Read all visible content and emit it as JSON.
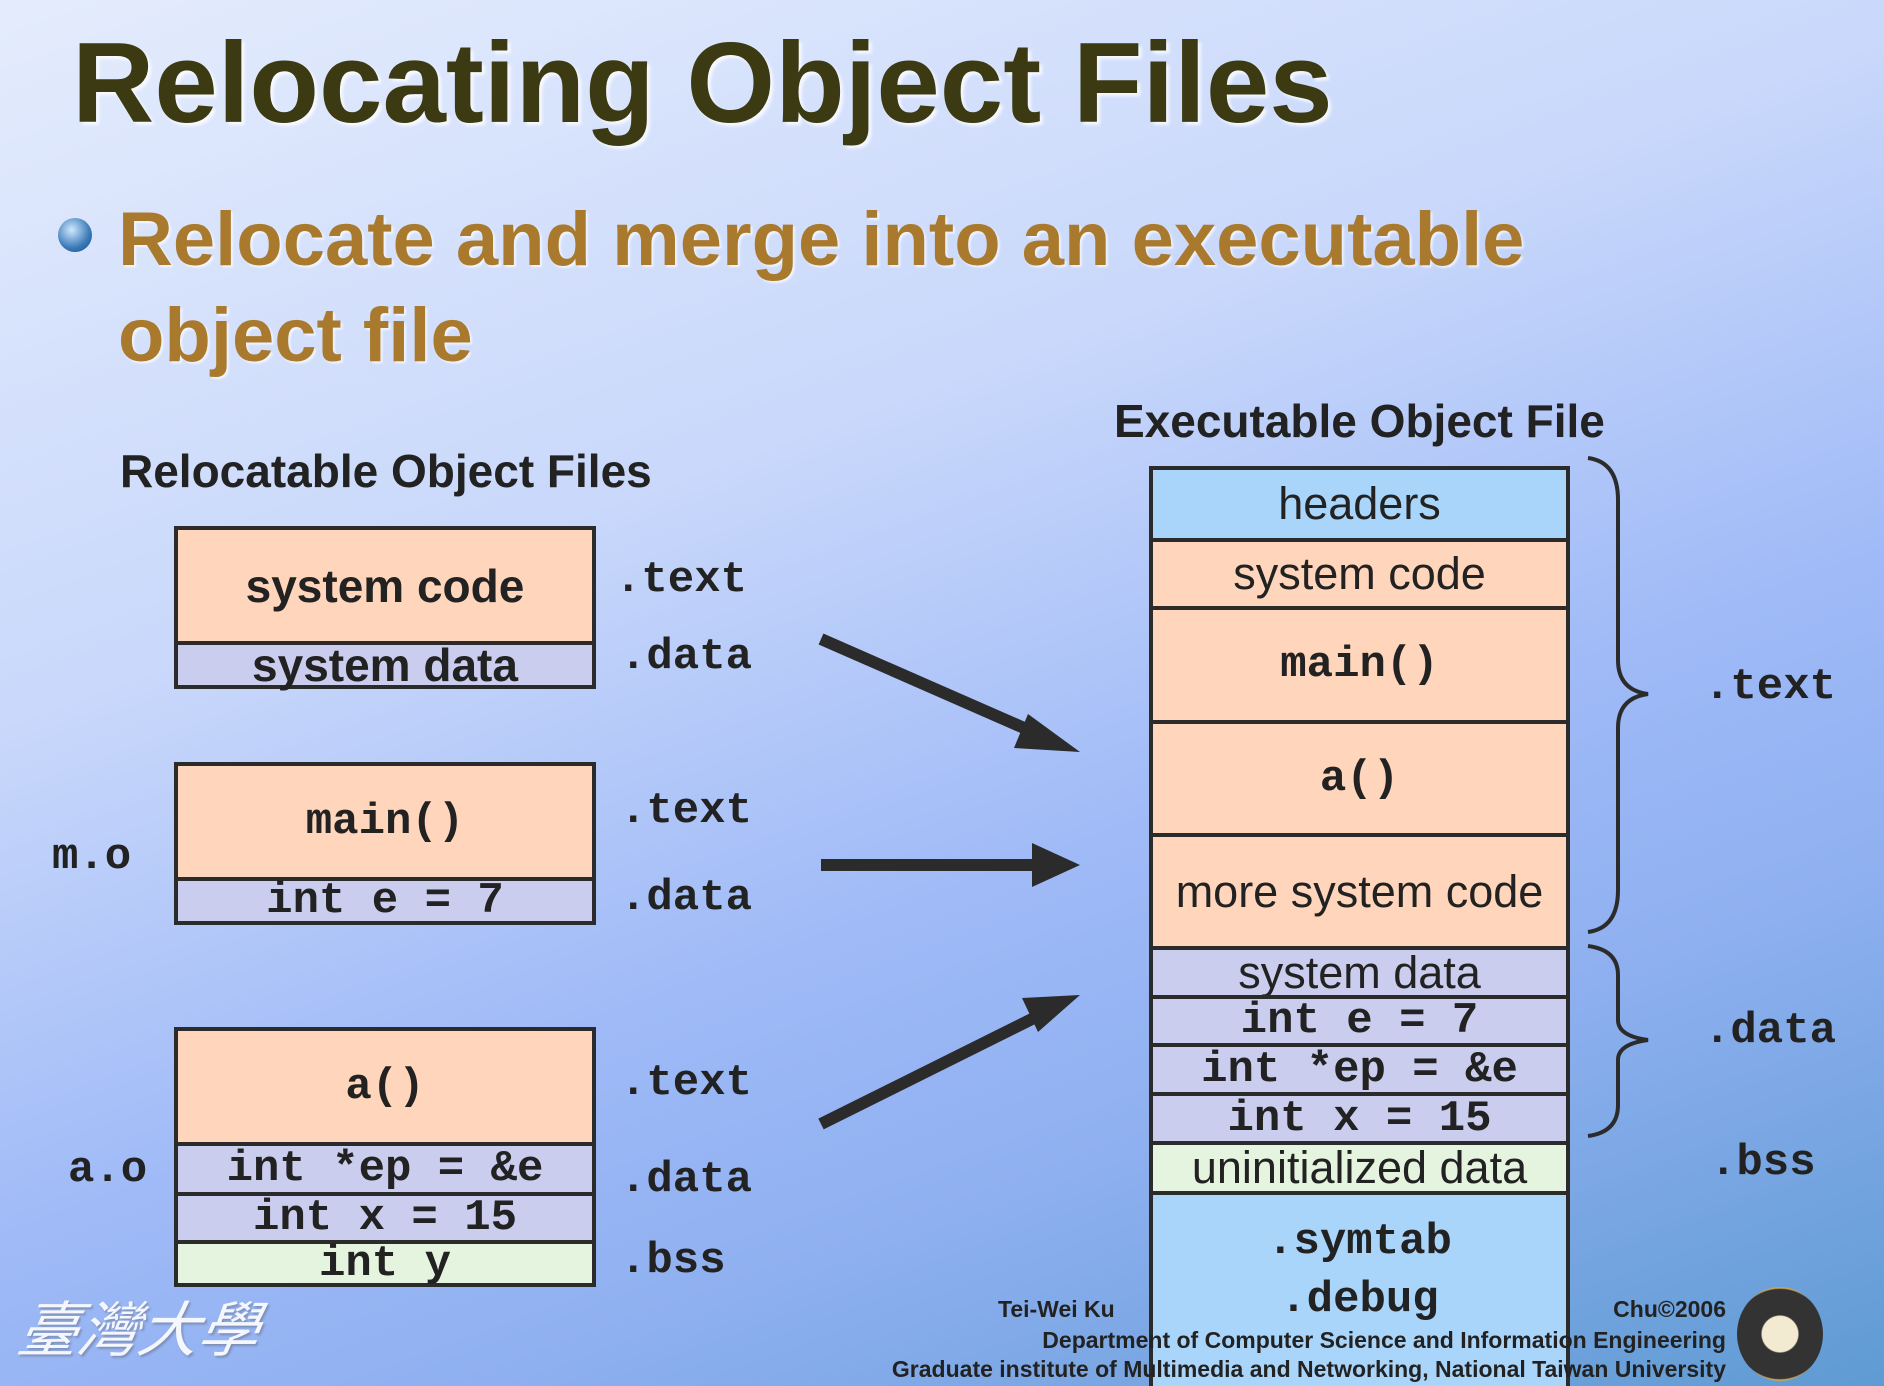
{
  "title": "Relocating Object Files",
  "bullet": "Relocate and merge into an executable object file",
  "left": {
    "heading": "Relocatable Object Files",
    "files": [
      {
        "name": "",
        "sections": [
          {
            "text": "system code",
            "label": ".text"
          },
          {
            "text": "system data",
            "label": ".data"
          }
        ]
      },
      {
        "name": "m.o",
        "sections": [
          {
            "text": "main()",
            "label": ".text"
          },
          {
            "text": "int e = 7",
            "label": ".data"
          }
        ]
      },
      {
        "name": "a.o",
        "sections": [
          {
            "text": "a()",
            "label": ".text"
          },
          {
            "text": "int *ep = &e",
            "label": ".data"
          },
          {
            "text": "int x = 15",
            "label": ""
          },
          {
            "text": "int y",
            "label": ".bss"
          }
        ]
      }
    ]
  },
  "right": {
    "heading": "Executable Object File",
    "rows": [
      "headers",
      "system code",
      "main()",
      "a()",
      "more system code",
      "system data",
      "int e = 7",
      "int *ep = &e",
      "int x = 15",
      "uninitialized data",
      ".symtab",
      ".debug"
    ],
    "labels": {
      "text": ".text",
      "data": ".data",
      "bss": ".bss"
    }
  },
  "footer": {
    "line1": "Tei-Wei Ku",
    "line1_end": "Chu©2006",
    "line2": "Department of Computer Science and Information Engineering",
    "line3": "Graduate institute of Multimedia and Networking, National Taiwan University"
  },
  "logo_text": "臺灣大學",
  "colors": {
    "peach": "#ffd5bb",
    "lavender": "#cbcdef",
    "green": "#e5f4df",
    "blue": "#a9d5fb",
    "title": "#3b3a12",
    "bullet": "#a97a2d"
  }
}
